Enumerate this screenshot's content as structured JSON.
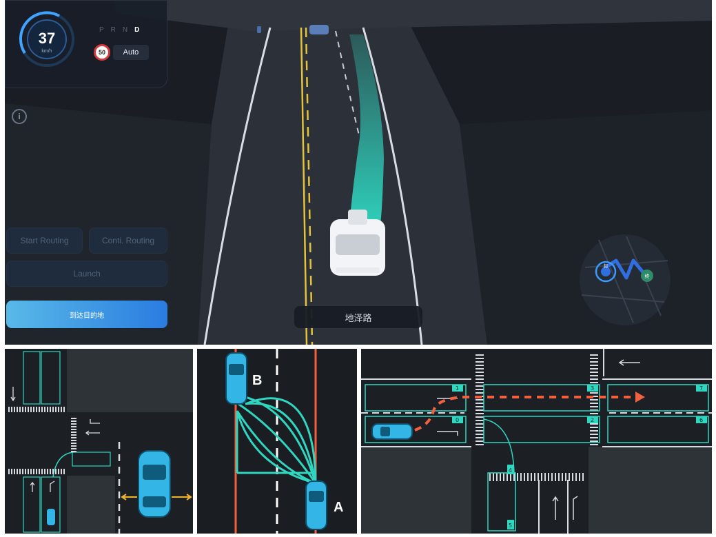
{
  "dashboard": {
    "speed_value": "37",
    "speed_unit": "km/h",
    "gears": [
      "P",
      "R",
      "N",
      "D"
    ],
    "active_gear": "D",
    "speed_limit": "50",
    "drive_mode": "Auto"
  },
  "controls": {
    "start_routing_label": "Start Routing",
    "conti_routing_label": "Conti. Routing",
    "launch_label": "Launch",
    "arrive_label": "到达目的地"
  },
  "road": {
    "name": "地泽路"
  },
  "minimap": {
    "start_label": "起",
    "end_label": "终"
  },
  "lane_change_diagram": {
    "point_a_label": "A",
    "point_b_label": "B"
  },
  "intersection_diagram": {
    "lane_numbers": [
      "0",
      "1",
      "2",
      "3",
      "4",
      "5",
      "6",
      "7"
    ]
  },
  "colors": {
    "accent_cyan": "#2fd6c0",
    "path_orange": "#f2613f",
    "car_blue": "#33b5e5",
    "arrive_button": "#2a7ce0",
    "speed_limit_ring": "#d83a3a"
  }
}
